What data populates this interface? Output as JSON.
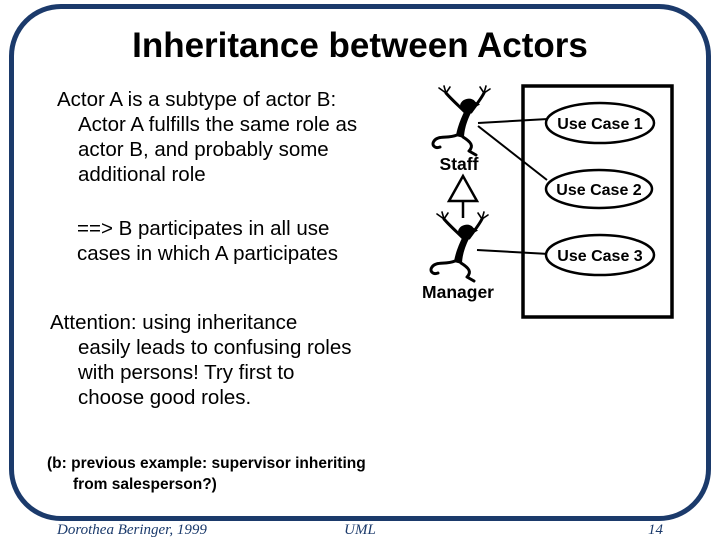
{
  "slide": {
    "title": "Inheritance between Actors",
    "paragraphs": {
      "p1": {
        "lines": [
          "Actor A is a subtype of actor B:",
          "Actor A fulfills the same role as",
          "actor B, and probably some",
          "additional role"
        ]
      },
      "p2": {
        "lines": [
          "==> B participates in all use",
          "cases in which A participates"
        ]
      },
      "p3": {
        "lines": [
          "Attention: using inheritance",
          "easily leads to confusing roles",
          "with persons! Try first to",
          "choose good roles."
        ]
      },
      "p4": {
        "lines": [
          "(b: previous example: supervisor inheriting",
          "from salesperson?)"
        ]
      }
    }
  },
  "diagram": {
    "actors": [
      {
        "label": "Staff"
      },
      {
        "label": "Manager"
      }
    ],
    "use_cases": [
      {
        "label": "Use Case 1"
      },
      {
        "label": "Use Case 2"
      },
      {
        "label": "Use Case 3"
      }
    ],
    "relationships": {
      "inheritance": "Manager inherits from Staff",
      "associations": [
        "Staff - Use Case 1",
        "Staff - Use Case 2",
        "Manager - Use Case 3"
      ]
    }
  },
  "footer": {
    "author": "Dorothea Beringer, 1999",
    "course": "UML",
    "page_number": "14"
  },
  "colors": {
    "frame_navy": "#1b3a6b",
    "text": "#000000",
    "background": "#ffffff"
  }
}
